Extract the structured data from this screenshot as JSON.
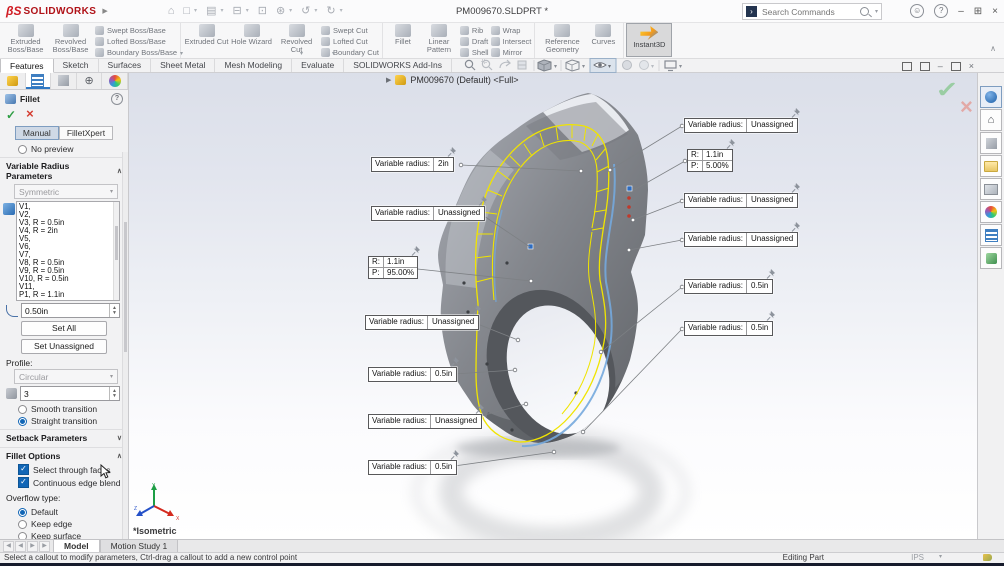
{
  "title_bar": {
    "app_name": "SOLIDWORKS",
    "document_title": "PM009670.SLDPRT *",
    "search_placeholder": "Search Commands"
  },
  "ribbon": {
    "groups": [
      {
        "large": [
          "Extruded Boss/Base",
          "Revolved Boss/Base"
        ],
        "small": [
          "Swept Boss/Base",
          "Lofted Boss/Base",
          "Boundary Boss/Base"
        ]
      },
      {
        "large": [
          "Extruded Cut",
          "Hole Wizard",
          "Revolved Cut"
        ],
        "small": [
          "Swept Cut",
          "Lofted Cut",
          "Boundary Cut"
        ]
      },
      {
        "large": [
          "Fillet",
          "Linear Pattern"
        ],
        "small": [
          "Rib",
          "Draft",
          "Shell",
          "Wrap",
          "Intersect",
          "Mirror"
        ]
      },
      {
        "large": [
          "Reference Geometry",
          "Curves"
        ],
        "small": []
      },
      {
        "large": [
          "Instant3D"
        ],
        "small": []
      }
    ]
  },
  "command_tabs": [
    "Features",
    "Sketch",
    "Surfaces",
    "Sheet Metal",
    "Mesh Modeling",
    "Evaluate",
    "SOLIDWORKS Add-Ins"
  ],
  "feature_tree": {
    "root_label": "PM009670 (Default) <Full>"
  },
  "property_manager": {
    "title": "Fillet",
    "mode_tabs": {
      "manual": "Manual",
      "xpert": "FilletXpert"
    },
    "no_preview": "No preview",
    "variable_radius_header": "Variable Radius Parameters",
    "symmetric": "Symmetric",
    "vertex_list": [
      "V1,",
      "V2,",
      "V3, R = 0.5in",
      "V4, R = 2in",
      "V5,",
      "V6,",
      "V7,",
      "V8, R = 0.5in",
      "V9, R = 0.5in",
      "V10, R = 0.5in",
      "V11,",
      "P1, R = 1.1in"
    ],
    "radius_value": "0.50in",
    "set_all": "Set All",
    "set_unassigned": "Set Unassigned",
    "profile_label": "Profile:",
    "profile_value": "Circular",
    "instance_count": "3",
    "smooth_transition": "Smooth transition",
    "straight_transition": "Straight transition",
    "setback_header": "Setback Parameters",
    "fillet_options_header": "Fillet Options",
    "select_through_faces": "Select through faces",
    "continuous_edge_blend": "Continuous edge blend",
    "overflow_label": "Overflow type:",
    "overflow_default": "Default",
    "overflow_keep_edge": "Keep edge",
    "overflow_keep_surface": "Keep surface"
  },
  "callouts": {
    "items": [
      {
        "label": "Variable radius:",
        "value": "2in"
      },
      {
        "label": "Variable radius:",
        "value": "Unassigned"
      },
      {
        "r_label": "R:",
        "r_value": "1.1in",
        "p_label": "P:",
        "p_value": "95.00%"
      },
      {
        "label": "Variable radius:",
        "value": "Unassigned"
      },
      {
        "label": "Variable radius:",
        "value": "0.5in"
      },
      {
        "label": "Variable radius:",
        "value": "Unassigned"
      },
      {
        "label": "Variable radius:",
        "value": "0.5in"
      },
      {
        "label": "Variable radius:",
        "value": "Unassigned"
      },
      {
        "r_label": "R:",
        "r_value": "1.1in",
        "p_label": "P:",
        "p_value": "5.00%"
      },
      {
        "label": "Variable radius:",
        "value": "Unassigned"
      },
      {
        "label": "Variable radius:",
        "value": "Unassigned"
      },
      {
        "label": "Variable radius:",
        "value": "0.5in"
      },
      {
        "label": "Variable radius:",
        "value": "0.5in"
      }
    ]
  },
  "viewport": {
    "view_label": "*Isometric"
  },
  "bottom_bar": {
    "model_tab": "Model",
    "motion_tab": "Motion Study 1"
  },
  "status_bar": {
    "hint": "Select a callout to modify parameters, Ctrl-drag a callout to add a new control point",
    "mode": "Editing Part",
    "units": "IPS"
  },
  "icons": {
    "ok": "✓",
    "cancel": "×",
    "help": "?",
    "dropdown": "▾",
    "expand": "∨",
    "collapse": "∧",
    "tree_expand": "▶",
    "window_minimize": "–",
    "window_maximize": "⊞",
    "window_close": "×",
    "nav_prev": "◀",
    "nav_next": "▶",
    "home": "⌂",
    "user": "☺",
    "cmd_prompt": "›"
  }
}
